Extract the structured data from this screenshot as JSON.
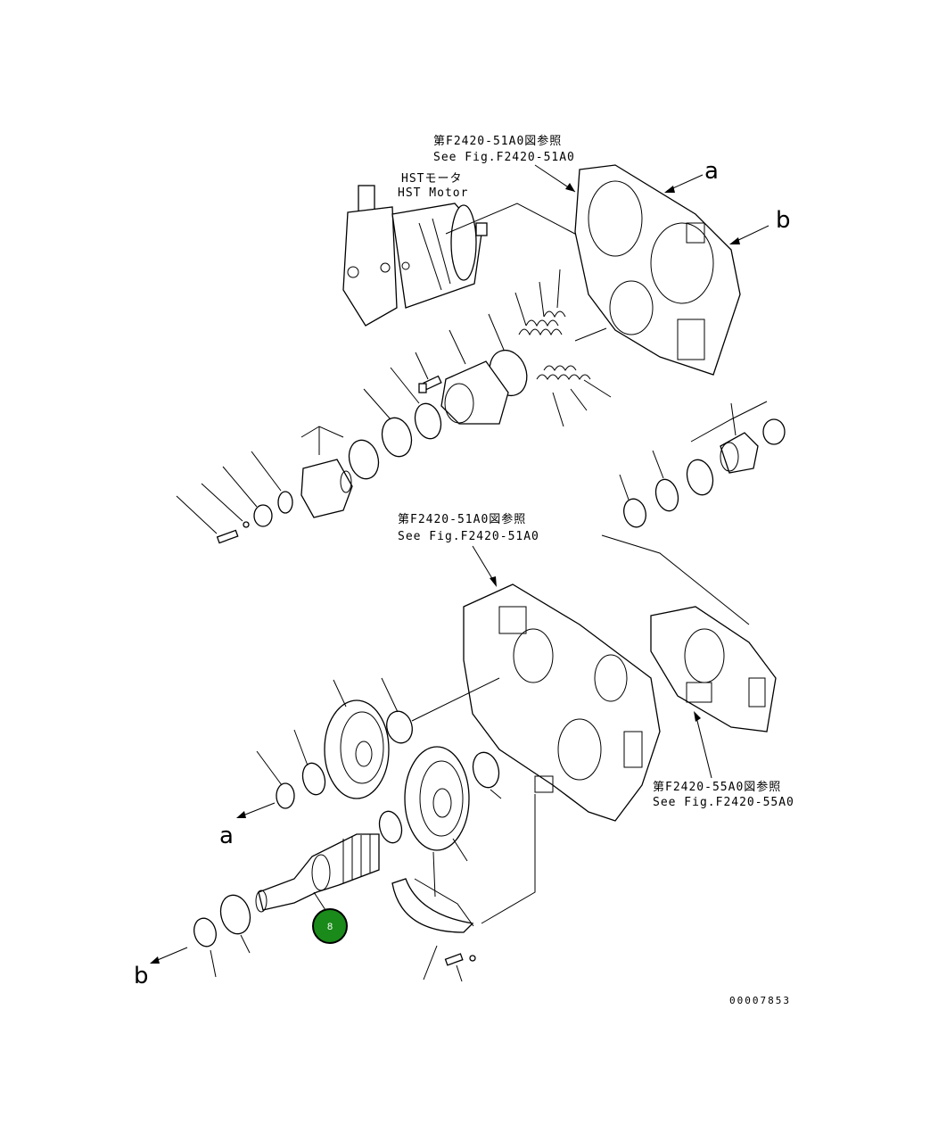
{
  "refs": {
    "top_jp": "第F2420-51A0図参照",
    "top_en": "See Fig.F2420-51A0",
    "mid_jp": "第F2420-51A0図参照",
    "mid_en": "See Fig.F2420-51A0",
    "right_jp": "第F2420-55A0図参照",
    "right_en": "See Fig.F2420-55A0"
  },
  "motor": {
    "jp": "HSTモータ",
    "en": "HST Motor"
  },
  "arrows": {
    "a_top": "a",
    "b_top": "b",
    "a_bottom": "a",
    "b_bottom": "b"
  },
  "badge": {
    "label": "8",
    "color": "#1a8a1a"
  },
  "drawing_code": "00007853"
}
